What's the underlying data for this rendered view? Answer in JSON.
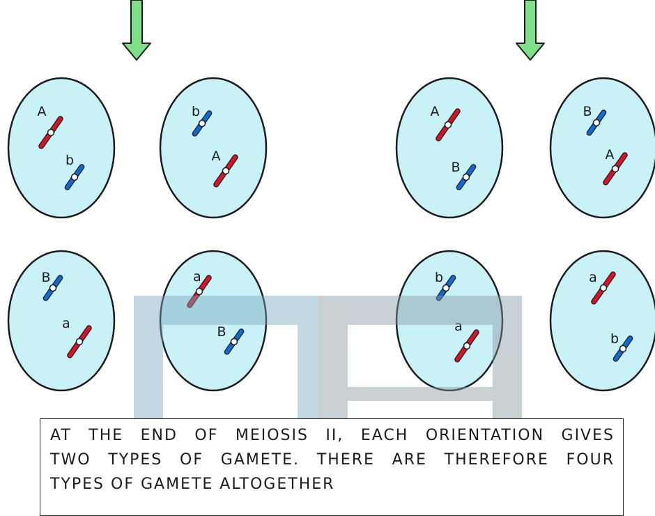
{
  "caption": {
    "line1_words": [
      "AT",
      "THE",
      "END",
      "OF",
      "MEIOSIS",
      "II,",
      "EACH",
      "ORIENTATION",
      "GIVES"
    ],
    "line2_words": [
      "TWO",
      "TYPES",
      "OF",
      "GAMETE.",
      "THERE",
      "ARE",
      "THEREFORE",
      "FOUR"
    ],
    "line3": "TYPES OF GAMETE ALTOGETHER"
  },
  "arrows": [
    {
      "name": "left-orientation-arrow"
    },
    {
      "name": "right-orientation-arrow"
    }
  ],
  "cells": [
    {
      "name": "cell-left-top-1",
      "chromosomes": [
        {
          "label": "A",
          "color": "red"
        },
        {
          "label": "b",
          "color": "blue"
        }
      ]
    },
    {
      "name": "cell-left-top-2",
      "chromosomes": [
        {
          "label": "b",
          "color": "blue"
        },
        {
          "label": "A",
          "color": "red"
        }
      ]
    },
    {
      "name": "cell-right-top-1",
      "chromosomes": [
        {
          "label": "A",
          "color": "red"
        },
        {
          "label": "B",
          "color": "blue"
        }
      ]
    },
    {
      "name": "cell-right-top-2",
      "chromosomes": [
        {
          "label": "B",
          "color": "blue"
        },
        {
          "label": "A",
          "color": "red"
        }
      ]
    },
    {
      "name": "cell-left-bottom-1",
      "chromosomes": [
        {
          "label": "B",
          "color": "blue"
        },
        {
          "label": "a",
          "color": "red"
        }
      ]
    },
    {
      "name": "cell-left-bottom-2",
      "chromosomes": [
        {
          "label": "a",
          "color": "red"
        },
        {
          "label": "B",
          "color": "blue"
        }
      ]
    },
    {
      "name": "cell-right-bottom-1",
      "chromosomes": [
        {
          "label": "b",
          "color": "blue"
        },
        {
          "label": "a",
          "color": "red"
        }
      ]
    },
    {
      "name": "cell-right-bottom-2",
      "chromosomes": [
        {
          "label": "a",
          "color": "red"
        },
        {
          "label": "b",
          "color": "blue"
        }
      ]
    }
  ],
  "colors": {
    "cell_fill": "#c8f1f8",
    "cell_stroke": "#1b1b1b",
    "red": "#d7132a",
    "blue": "#1169d4",
    "arrow": "#7fe08a",
    "watermark": "#8ab6c8"
  }
}
